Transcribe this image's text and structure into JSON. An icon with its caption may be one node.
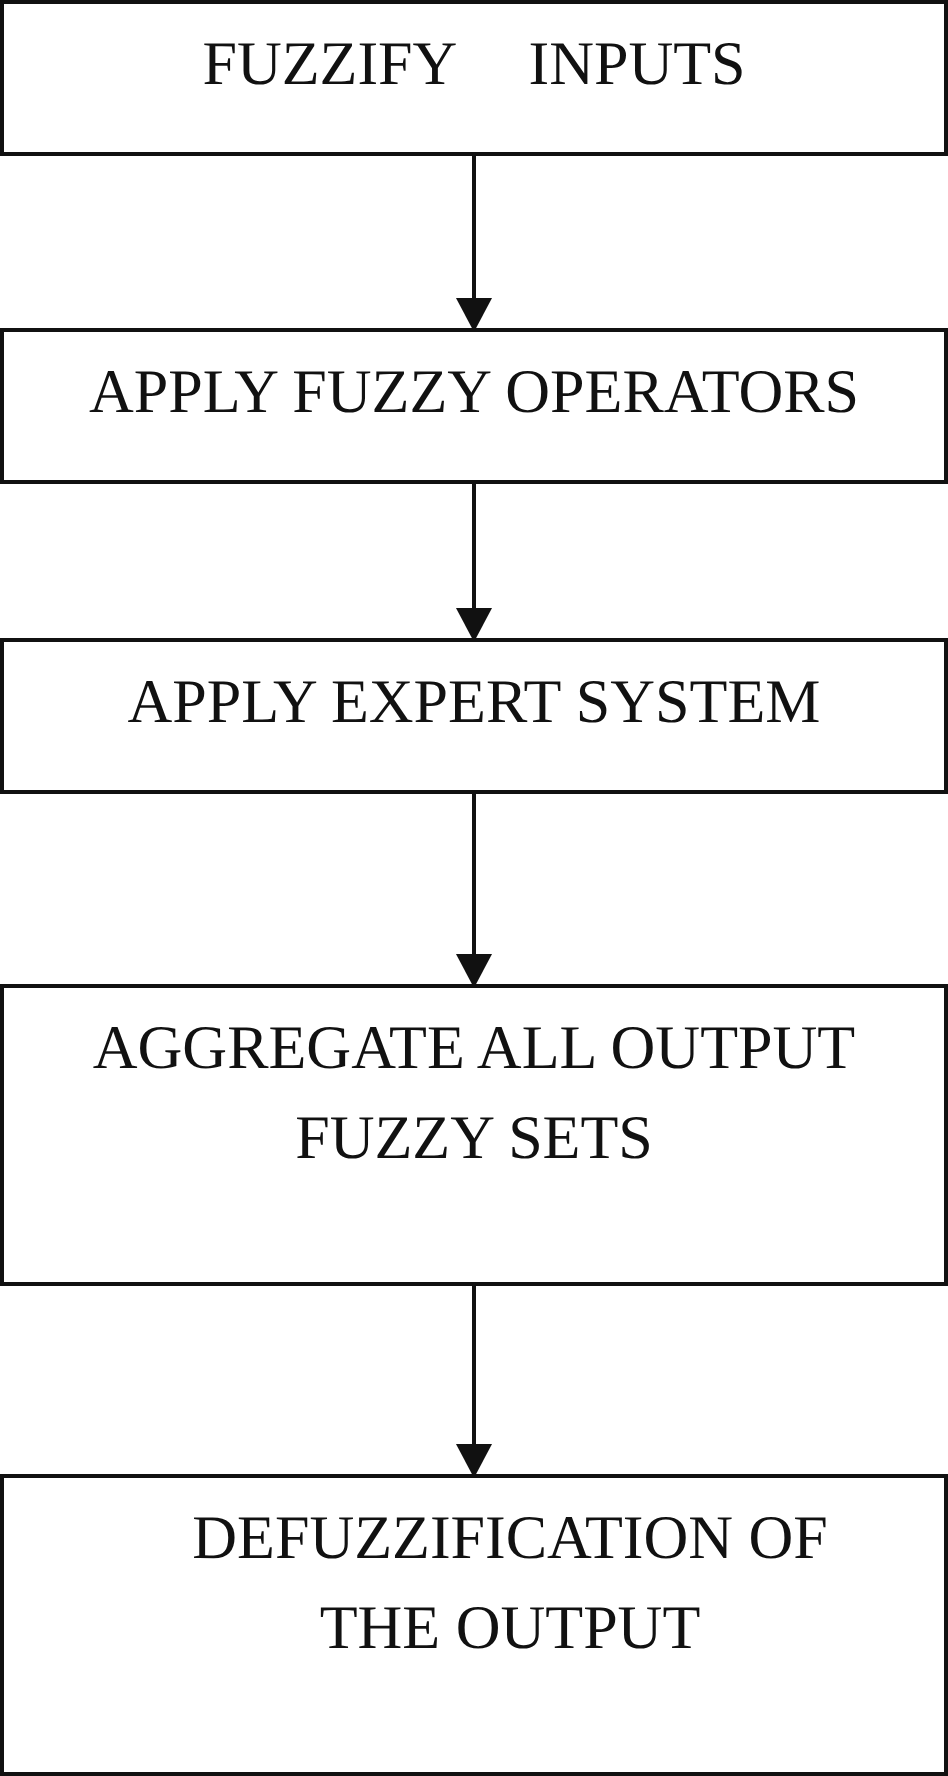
{
  "diagram": {
    "nodes": [
      {
        "text": [
          "FUZZIFY INPUTS"
        ]
      },
      {
        "text": [
          "APPLY FUZZY OPERATORS"
        ]
      },
      {
        "text": [
          "APPLY EXPERT SYSTEM"
        ]
      },
      {
        "text": [
          "AGGREGATE ALL OUTPUT FUZZY SETS"
        ]
      },
      {
        "text": [
          "DEFUZZIFICATION OF THE OUTPUT"
        ]
      }
    ],
    "edges": [
      {
        "from": 0,
        "to": 1,
        "arrow": "to"
      },
      {
        "from": 1,
        "to": 2,
        "arrow": "to"
      },
      {
        "from": 2,
        "to": 3,
        "arrow": "to"
      },
      {
        "from": 3,
        "to": 4,
        "arrow": "to"
      }
    ]
  }
}
